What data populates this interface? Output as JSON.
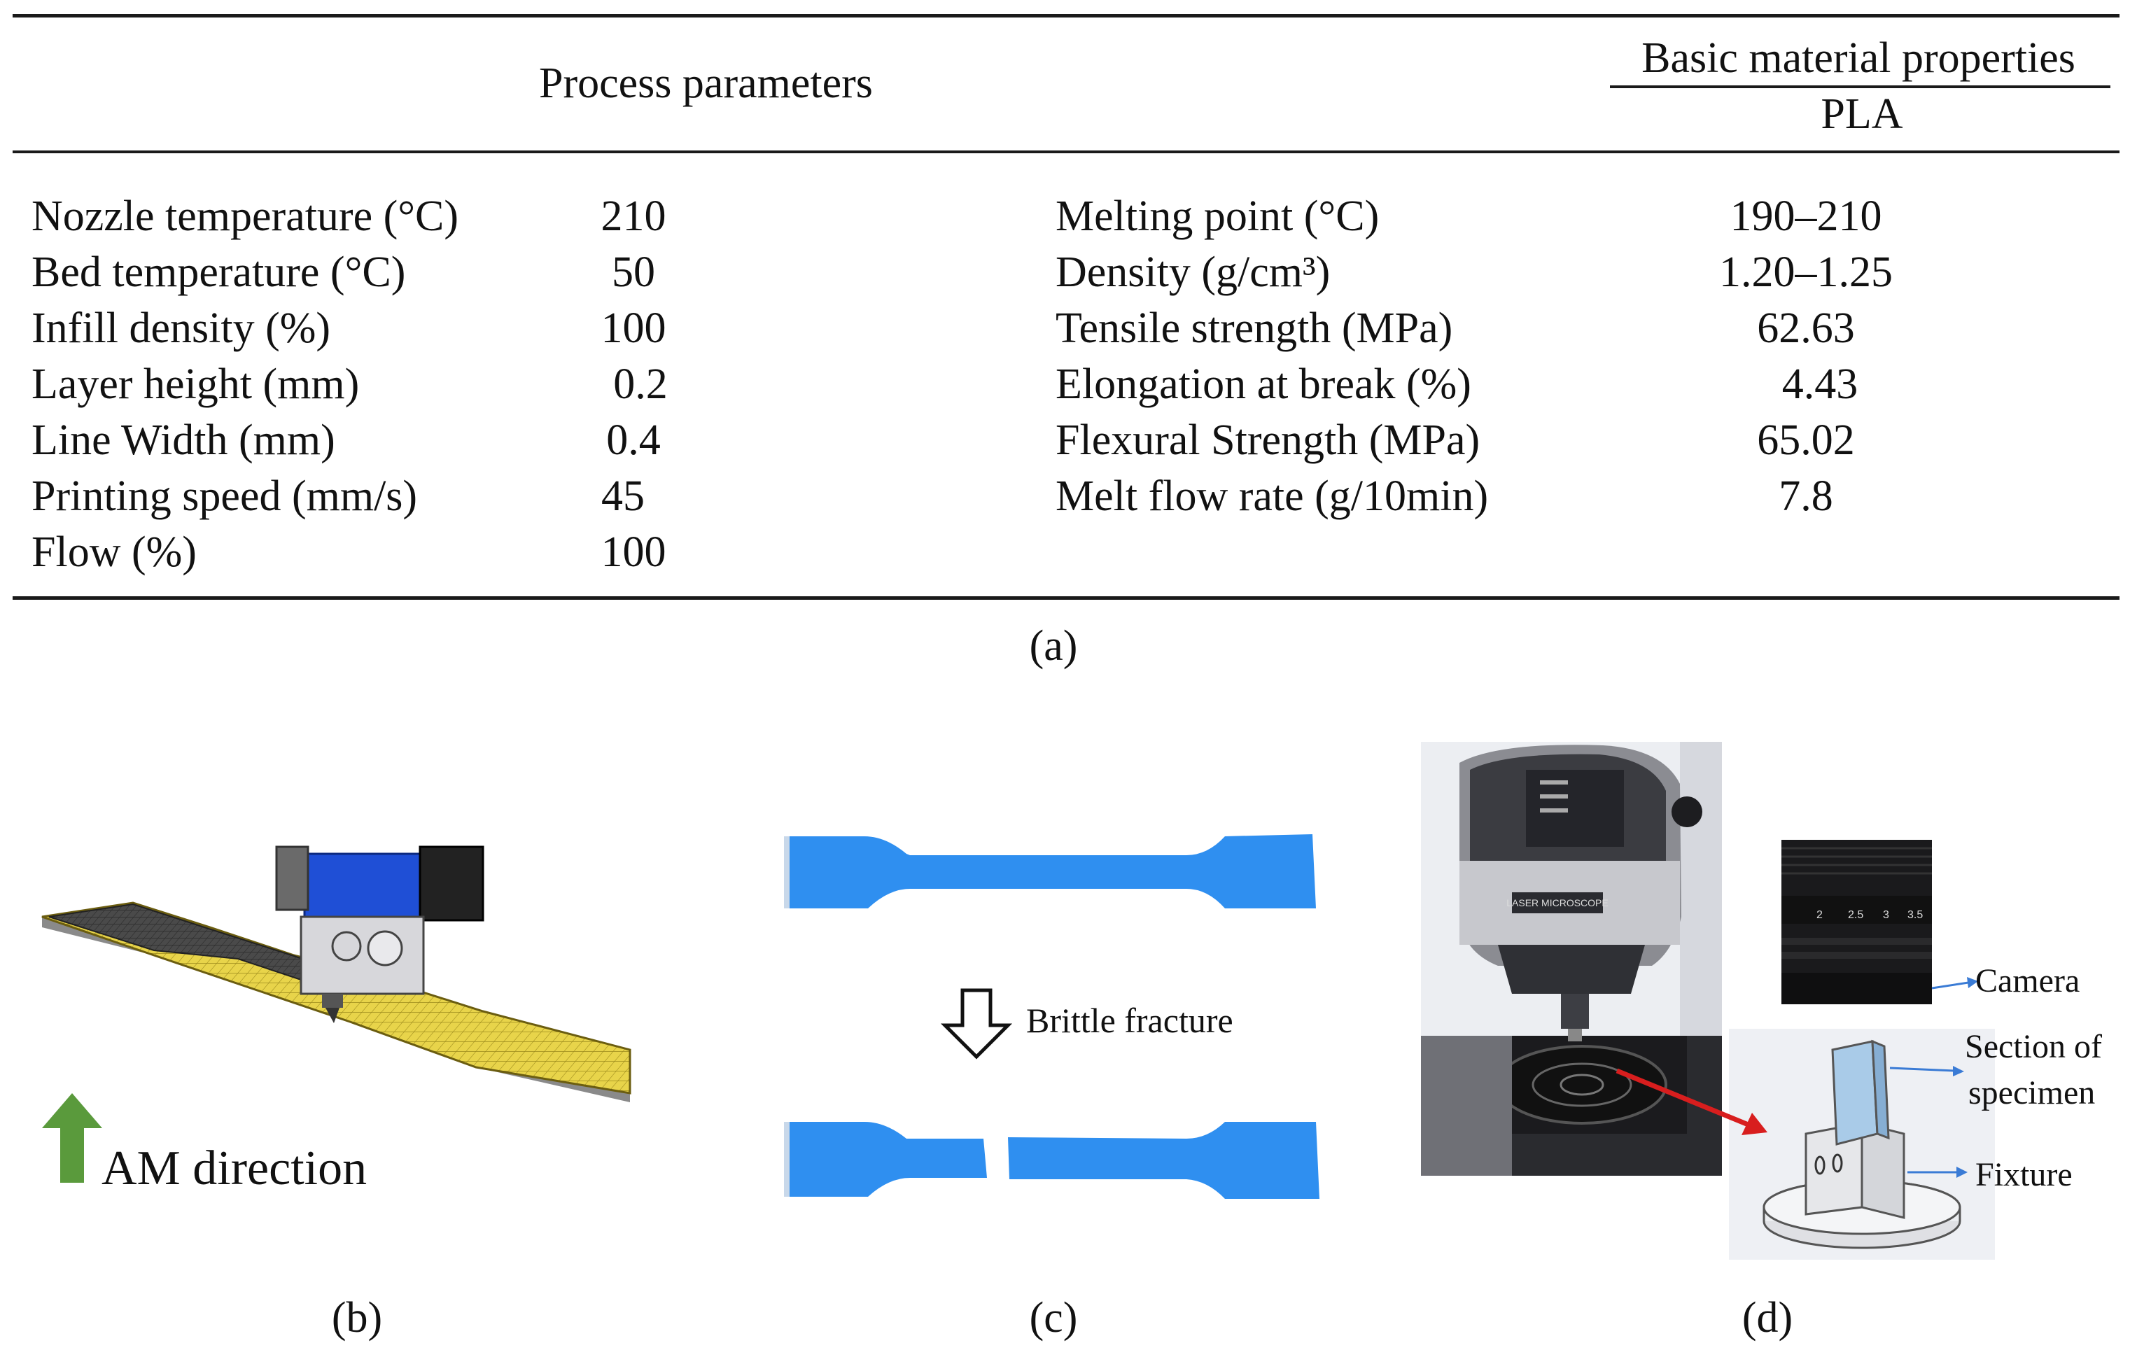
{
  "table": {
    "left_header": "Process parameters",
    "right_header_top": "Basic material properties",
    "right_header_sub": "PLA",
    "process_rows": [
      {
        "name": "Nozzle temperature (°C)",
        "value": "210"
      },
      {
        "name": "Bed temperature (°C)",
        "value": "50"
      },
      {
        "name": "Infill density (%)",
        "value": "100"
      },
      {
        "name": "Layer height (mm)",
        "value": "0.2"
      },
      {
        "name": "Line Width (mm)",
        "value": "0.4"
      },
      {
        "name": "Printing speed (mm/s)",
        "value": "45"
      },
      {
        "name": "Flow (%)",
        "value": "100"
      }
    ],
    "material_rows": [
      {
        "name": "Melting point (°C)",
        "value": "190–210"
      },
      {
        "name": "Density (g/cm³)",
        "value": "1.20–1.25"
      },
      {
        "name": "Tensile strength (MPa)",
        "value": "62.63"
      },
      {
        "name": "Elongation at break (%)",
        "value": "4.43"
      },
      {
        "name": "Flexural Strength (MPa)",
        "value": "65.02"
      },
      {
        "name": "Melt flow rate  (g/10min)",
        "value": "7.8"
      }
    ]
  },
  "panel_labels": {
    "a": "(a)",
    "b": "(b)",
    "c": "(c)",
    "d": "(d)"
  },
  "panel_b": {
    "direction_label": "AM direction"
  },
  "panel_c": {
    "fracture_label": "Brittle fracture"
  },
  "panel_d": {
    "camera_label": "Camera",
    "section_label_line1": "Section of",
    "section_label_line2": "specimen",
    "fixture_label": "Fixture",
    "microscope_brand": "LASER MICROSCOPE",
    "lens_scale": [
      "2",
      "2.5",
      "3",
      "3.5"
    ]
  },
  "colors": {
    "specimen_blue": "#2f8ff0",
    "print_yellow": "#e8d44a",
    "nozzle_blue": "#1f4fd6",
    "arrow_green": "#5a9a3c",
    "arrow_red": "#d81e1e",
    "pointer_blue": "#3a7bd5"
  }
}
